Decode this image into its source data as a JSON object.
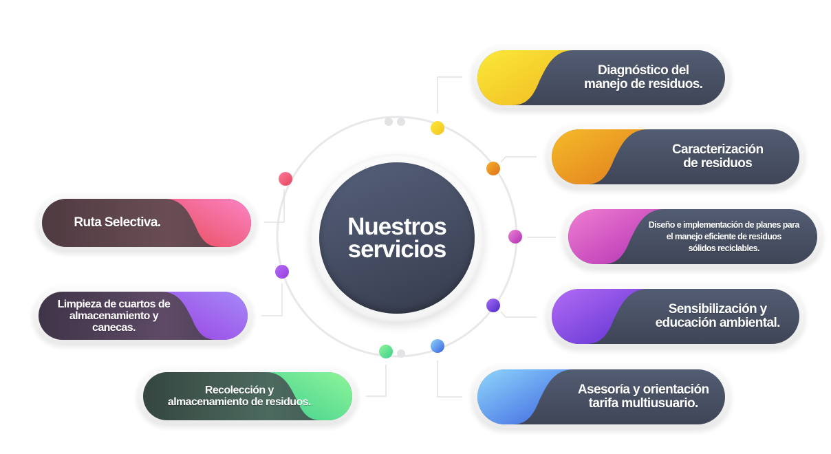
{
  "hub": {
    "title_line1": "Nuestros",
    "title_line2": "servicios",
    "colors": {
      "ring": "#f2f2f2",
      "core": "#4a5268"
    }
  },
  "services_right": [
    {
      "id": "diagnostico",
      "line1": "Diagnóstico del",
      "line2": "manejo de residuos.",
      "line3": "",
      "accent_from": "#fbe93a",
      "accent_to": "#f0b81f",
      "dot_color": "#f7d428"
    },
    {
      "id": "caracterizacion",
      "line1": "Caracterización",
      "line2": "de residuos",
      "line3": "",
      "accent_from": "#f5bb2a",
      "accent_to": "#e07a1c",
      "dot_color": "#ea951f"
    },
    {
      "id": "diseno",
      "line1": "Diseño e implementación de planes para",
      "line2": "el manejo eficiente de residuos",
      "line3": "sólidos reciclables.",
      "accent_from": "#f07ed0",
      "accent_to": "#b02fb4",
      "dot_color": "#cf4fbd"
    },
    {
      "id": "sensibilizacion",
      "line1": "Sensibilización y",
      "line2": "educación ambiental.",
      "line3": "",
      "accent_from": "#b36cf5",
      "accent_to": "#5a2fcf",
      "dot_color": "#7a3fd8"
    },
    {
      "id": "asesoria",
      "line1": "Asesoría y orientación",
      "line2": "tarifa multiusuario.",
      "line3": "",
      "accent_from": "#8fd6fb",
      "accent_to": "#3a5fe0",
      "dot_color": "#4f8bea"
    }
  ],
  "services_left": [
    {
      "id": "ruta",
      "line1": "Ruta Selectiva.",
      "line2": "",
      "accent_from": "#fb84c6",
      "accent_to": "#e84a55",
      "base": "#5a4246",
      "dot_color": "#ee4f6c"
    },
    {
      "id": "limpieza",
      "line1": "Limpieza de cuartos de",
      "line2": "almacenamiento y canecas.",
      "accent_from": "#a58af9",
      "accent_to": "#9a3fe0",
      "base": "#4b3d54",
      "dot_color": "#a558e8"
    },
    {
      "id": "recoleccion",
      "line1": "Recolección y",
      "line2": "almacenamiento de residuos.",
      "accent_from": "#8ff59a",
      "accent_to": "#3ecf8e",
      "base": "#3e5650",
      "dot_color": "#4ddc8c"
    }
  ]
}
